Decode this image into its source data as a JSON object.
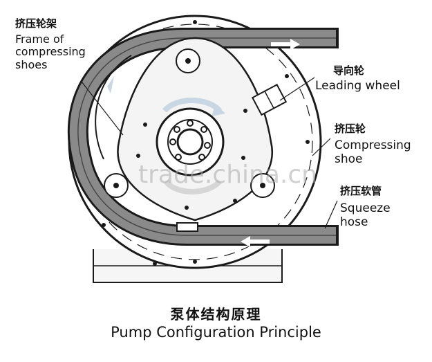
{
  "labels": {
    "frame_cn": "挤压轮架",
    "frame_en": "Frame of\ncompressing\nshoes",
    "leading_cn": "导向轮",
    "leading_en": "Leading wheel",
    "shoe_cn": "挤压轮",
    "shoe_en": "Compressing\nshoe",
    "hose_cn": "挤压软管",
    "hose_en": "Squeeze\nhose"
  },
  "title_cn": "泵体结构原理",
  "title_en": "Pump Configuration Principle",
  "watermark": "trade.china.cn",
  "colors": {
    "line": "#1a1a1a",
    "hose": "#7a7a7a",
    "body": "#f4f4f4",
    "arrow": "#c9d6e3"
  }
}
